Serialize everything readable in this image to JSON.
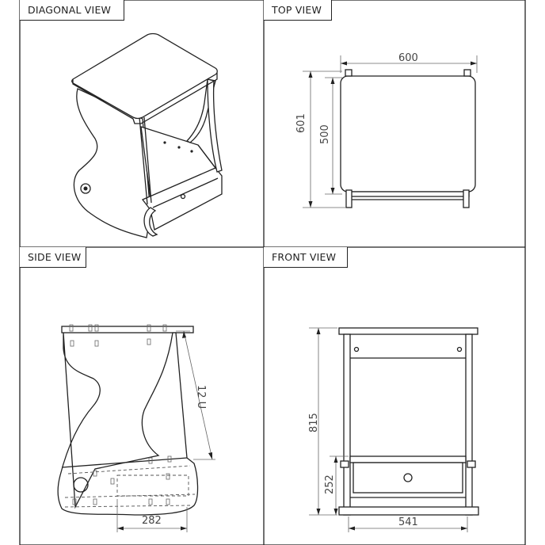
{
  "views": {
    "diagonal": {
      "title": "DIAGONAL VIEW"
    },
    "top": {
      "title": "TOP VIEW",
      "dim_width": "600",
      "dim_depth_outer": "601",
      "dim_depth_inner": "500"
    },
    "side": {
      "title": "SIDE VIEW",
      "dim_rack": "12 U",
      "dim_base": "282"
    },
    "front": {
      "title": "FRONT VIEW",
      "dim_height": "815",
      "dim_drawer": "252",
      "dim_width": "541"
    }
  },
  "colors": {
    "line": "#222222",
    "dimension": "#666666",
    "background": "#ffffff"
  }
}
